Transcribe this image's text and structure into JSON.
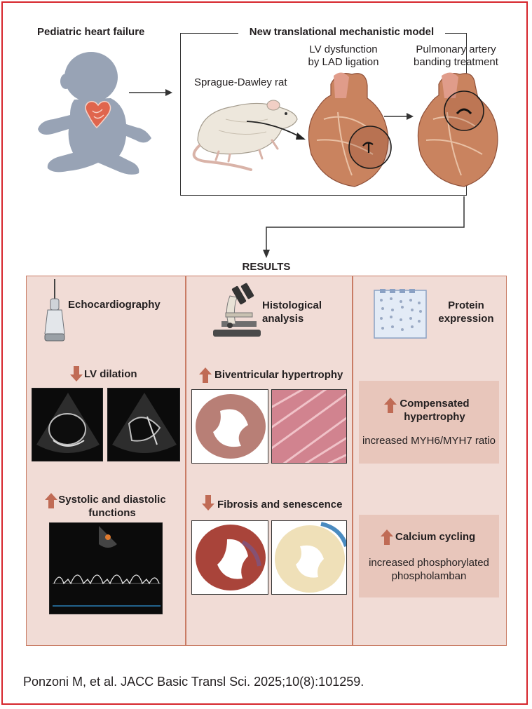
{
  "top": {
    "pediatric_title": "Pediatric heart failure",
    "model_title": "New translational mechanistic model",
    "rat_label": "Sprague-Dawley rat",
    "lv_label_line1": "LV dysfunction",
    "lv_label_line2": "by LAD ligation",
    "pab_label_line1": "Pulmonary artery",
    "pab_label_line2": "banding treatment"
  },
  "results_title": "RESULTS",
  "columns": [
    {
      "heading_line1": "Echocardiography",
      "heading_line2": "",
      "findings": [
        {
          "direction": "down",
          "line1": "LV dilation",
          "line2": ""
        },
        {
          "direction": "up",
          "line1": "Systolic and diastolic",
          "line2": "functions"
        }
      ]
    },
    {
      "heading_line1": "Histological",
      "heading_line2": "analysis",
      "findings": [
        {
          "direction": "up",
          "line1": "Biventricular hypertrophy",
          "line2": ""
        },
        {
          "direction": "down",
          "line1": "Fibrosis and senescence",
          "line2": ""
        }
      ]
    },
    {
      "heading_line1": "Protein",
      "heading_line2": "expression",
      "findings": [
        {
          "direction": "up",
          "line1": "Compensated",
          "line2": "hypertrophy",
          "detail_line1": "increased MYH6/MYH7 ratio",
          "detail_line2": ""
        },
        {
          "direction": "up",
          "line1": "Calcium cycling",
          "line2": "",
          "detail_line1": "increased phosphorylated",
          "detail_line2": "phospholamban"
        }
      ]
    }
  ],
  "citation": "Ponzoni M, et al. JACC Basic Transl Sci. 2025;10(8):101259.",
  "colors": {
    "frame": "#d6262c",
    "arrow": "#c06b55",
    "results_bg": "#f1dcd6",
    "subpanel_bg": "#e8c6bb"
  }
}
